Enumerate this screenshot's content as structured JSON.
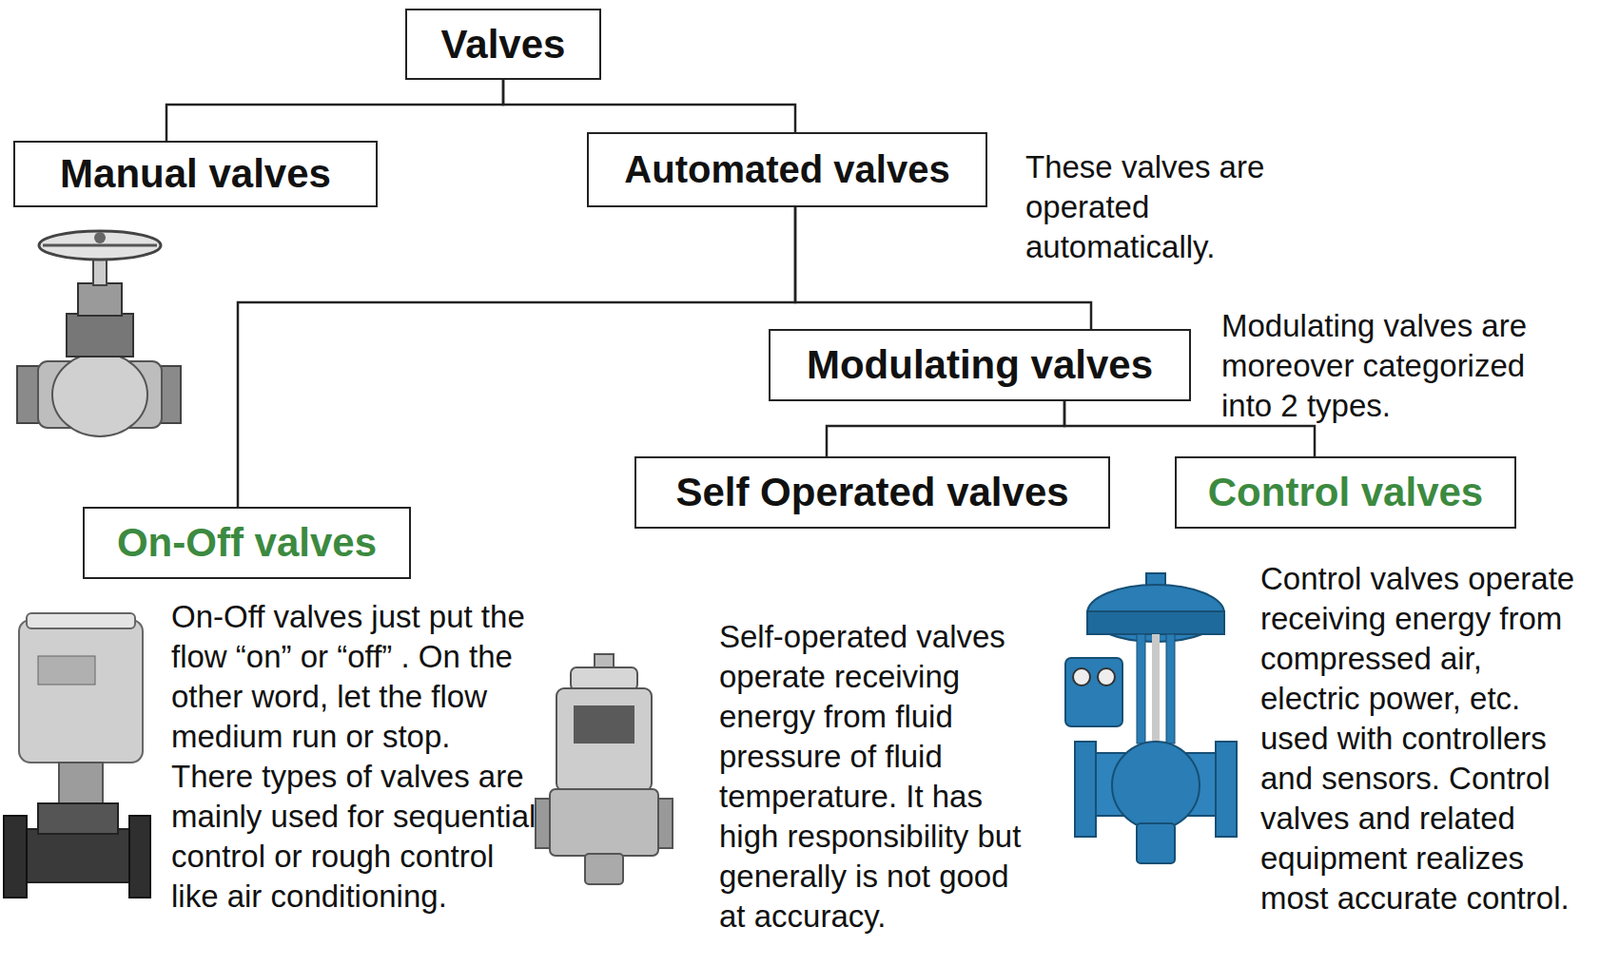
{
  "diagram": {
    "nodes": [
      {
        "text": [
          "Valves"
        ]
      },
      {
        "text": [
          "Manual valves"
        ]
      },
      {
        "text": [
          "Automated valves"
        ]
      },
      {
        "text": [
          "Modulating valves"
        ]
      },
      {
        "text": [
          "Self Operated valves"
        ]
      },
      {
        "text": [
          "Control valves"
        ]
      },
      {
        "text": [
          "On-Off valves"
        ]
      }
    ],
    "edges": [
      {
        "from": 0,
        "to": 1,
        "arrow": "none"
      },
      {
        "from": 0,
        "to": 2,
        "arrow": "none"
      },
      {
        "from": 2,
        "to": 6,
        "arrow": "none"
      },
      {
        "from": 2,
        "to": 3,
        "arrow": "none"
      },
      {
        "from": 3,
        "to": 4,
        "arrow": "none"
      },
      {
        "from": 3,
        "to": 5,
        "arrow": "none"
      }
    ],
    "labels": [
      "These valves are operated automatically.",
      "Modulating valves are moreover categorized into 2 types.",
      "On-Off valves just put the flow “on” or “off” . On the other word, let the flow medium run or stop. There types of valves are mainly used for sequential control or rough control like air conditioning.",
      "Self-operated valves operate receiving energy from fluid pressure of fluid temperature. It has high responsibility but generally is not good at accuracy.",
      "Control valves operate receiving energy from compressed air, electric power, etc. used with controllers and sensors. Control valves and related equipment realizes most accurate control."
    ]
  }
}
